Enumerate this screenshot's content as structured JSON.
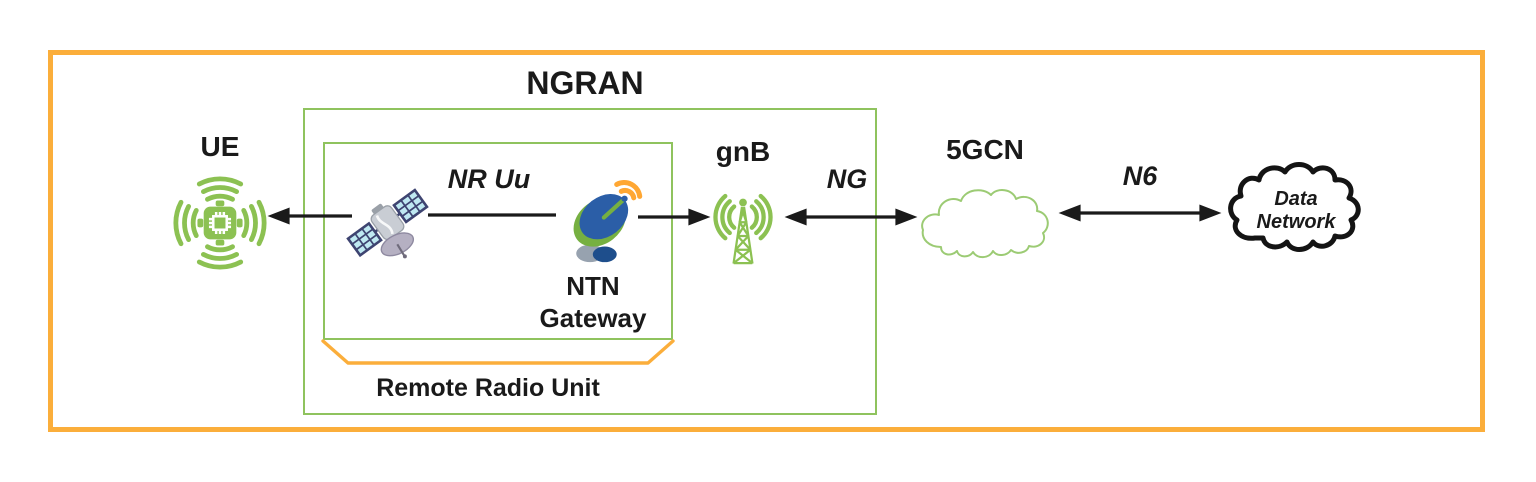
{
  "groups": {
    "ngran": {
      "label": "NGRAN"
    },
    "rru": {
      "label": "Remote Radio Unit"
    }
  },
  "nodes": {
    "ue": {
      "label": "UE"
    },
    "ntn_gateway": {
      "label_line1": "NTN",
      "label_line2": "Gateway"
    },
    "gnb": {
      "label": "gnB"
    },
    "core": {
      "label": "5GCN"
    },
    "data_network": {
      "label_line1": "Data",
      "label_line2": "Network"
    }
  },
  "links": {
    "nr_uu": {
      "label": "NR Uu"
    },
    "ng": {
      "label": "NG"
    },
    "n6": {
      "label": "N6"
    }
  },
  "colors": {
    "frame_orange": "#FBAE3B",
    "icon_green": "#8CC152",
    "box_border_green": "#8FC35E",
    "cloud_outline_green": "#9CCB74",
    "arrow_black": "#1A1A1A",
    "dish_blue": "#2B5EA7",
    "dish_rim_green": "#76B041",
    "signal_wave_orange": "#FFA733",
    "solar_panel_navy": "#3E4471",
    "solar_panel_cyan": "#BFE9F2"
  }
}
